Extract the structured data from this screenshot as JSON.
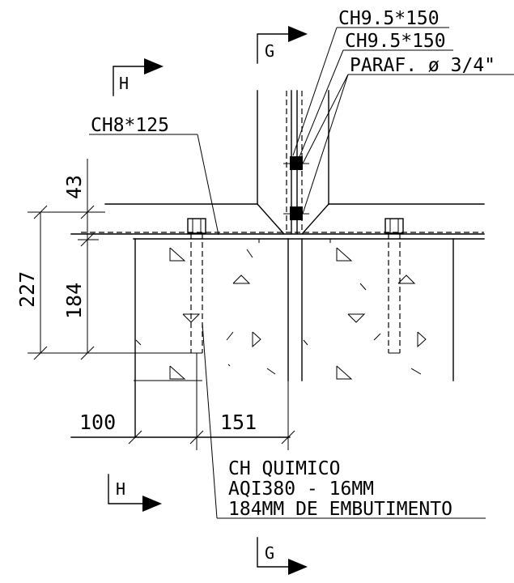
{
  "labels": {
    "plate_top_1": "CH9.5*150",
    "plate_top_2": "CH9.5*150",
    "bolt": "PARAF. ø  3/4\"",
    "base_plate": "CH8*125",
    "anchor_line1": "CH QUIMICO",
    "anchor_line2": "AQI380 - 16MM",
    "anchor_line3": "184MM DE EMBUTIMENTO"
  },
  "dimensions": {
    "d43": "43",
    "d227": "227",
    "d184": "184",
    "d100": "100",
    "d151": "151"
  },
  "sections": {
    "g_top": "G",
    "h_top": "H",
    "h_bottom": "H",
    "g_bottom": "G"
  }
}
